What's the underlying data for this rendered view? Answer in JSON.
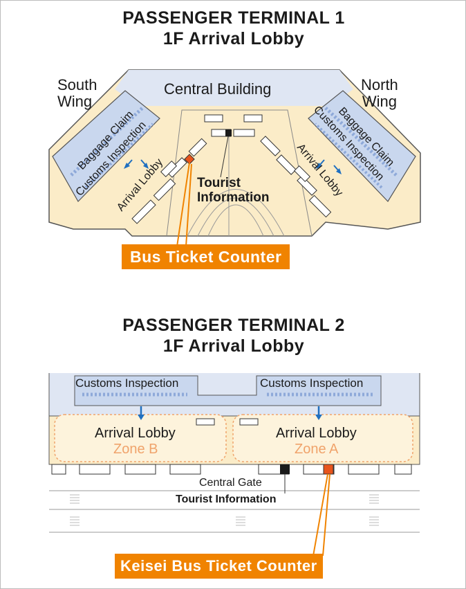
{
  "terminal1": {
    "title_line1": "PASSENGER TERMINAL 1",
    "title_line2": "1F Arrival Lobby",
    "south_wing_line1": "South",
    "south_wing_line2": "Wing",
    "north_wing_line1": "North",
    "north_wing_line2": "Wing",
    "central_building": "Central Building",
    "baggage_claim": "Baggage Claim",
    "customs_inspection": "Customs Inspection",
    "arrival_lobby": "Arrival Lobby",
    "tourist_info_line1": "Tourist",
    "tourist_info_line2": "Information",
    "callout": "Bus Ticket Counter"
  },
  "terminal2": {
    "title_line1": "PASSENGER TERMINAL 2",
    "title_line2": "1F Arrival Lobby",
    "customs_left": "Customs Inspection",
    "customs_right": "Customs Inspection",
    "arrival_lobby_left": "Arrival Lobby",
    "zone_left": "Zone B",
    "arrival_lobby_right": "Arrival Lobby",
    "zone_right": "Zone A",
    "central_gate": "Central Gate",
    "tourist_information": "Tourist Information",
    "callout": "Keisei Bus Ticket Counter"
  },
  "colors": {
    "customs_area": "#c9d7ee",
    "lobby_area": "#fdf0d2",
    "highlight_orange": "#f08300",
    "zone_text": "#f0a36b",
    "arrow_blue": "#1f6fc0"
  }
}
